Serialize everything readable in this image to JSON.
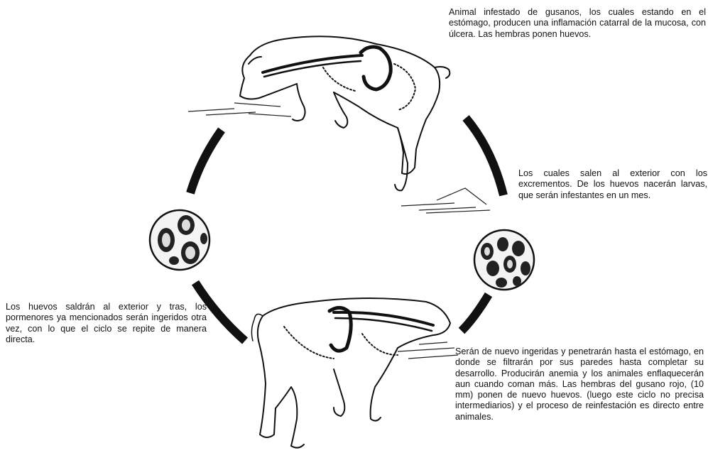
{
  "captions": {
    "top_right": "Animal infestado de gusanos, los cuales estando en el estómago, producen una inflamación catarral de la mucosa, con úlcera. Las hembras ponen huevos.",
    "middle_right": "Los cuales salen al exterior con los excrementos. De los huevos nacerán larvas, que serán infestantes en un mes.",
    "left": "Los huevos saldrán al exterior y tras, los pormenores ya mencionados serán ingeridos otra vez, con lo que el ciclo se repite de manera directa.",
    "bottom_right": "Serán de nuevo ingeridas y penetrarán hasta el estómago, en donde se filtrarán por sus paredes hasta completar su desarrollo. Producirán anemia y los animales enflaquecerán aun cuando coman más. Las hembras del gusano rojo, (10 mm) ponen de nuevo huevos. (luego este ciclo no precisa intermediarios) y el proceso de reinfestación es directo entre animales."
  },
  "colors": {
    "ink": "#111111",
    "background": "#ffffff"
  },
  "icons": {
    "top_figure": "pig-infected-icon",
    "bottom_figure": "pig-reinfected-icon",
    "egg_left": "egg-magnified-icon",
    "egg_right": "egg-magnified-icon"
  }
}
